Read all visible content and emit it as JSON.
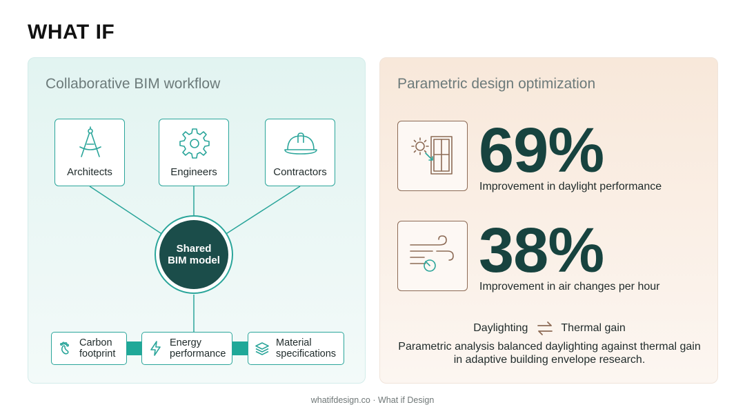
{
  "brand": {
    "logo_text": "WHAT IF"
  },
  "left_panel": {
    "title": "Collaborative BIM workflow",
    "roles": [
      {
        "label": "Architects",
        "icon": "compass-icon"
      },
      {
        "label": "Engineers",
        "icon": "gear-icon"
      },
      {
        "label": "Contractors",
        "icon": "hard-hat-icon"
      }
    ],
    "hub": {
      "line1": "Shared",
      "line2": "BIM model"
    },
    "outputs": [
      {
        "line1": "Carbon",
        "line2": "footprint",
        "icon": "footprint-icon"
      },
      {
        "line1": "Energy",
        "line2": "performance",
        "icon": "lightning-icon"
      },
      {
        "line1": "Material",
        "line2": "specifications",
        "icon": "layers-icon"
      }
    ]
  },
  "right_panel": {
    "title": "Parametric design optimization",
    "stats": [
      {
        "value": "69%",
        "caption": "Improvement in daylight performance",
        "icon": "sun-window-icon"
      },
      {
        "value": "38%",
        "caption": "Improvement in air changes per hour",
        "icon": "wind-icon"
      }
    ],
    "balance": {
      "left": "Daylighting",
      "right": "Thermal gain",
      "icon": "swap-arrows-icon"
    },
    "note": "Parametric analysis balanced daylighting against thermal gain in adaptive building envelope research."
  },
  "colors": {
    "teal": "#2aa59a",
    "hub_dark": "#1b4d4a",
    "stat_dark": "#17433f",
    "brown": "#8c6a55"
  },
  "footer": {
    "text": "whatifdesign.co · What if Design"
  }
}
